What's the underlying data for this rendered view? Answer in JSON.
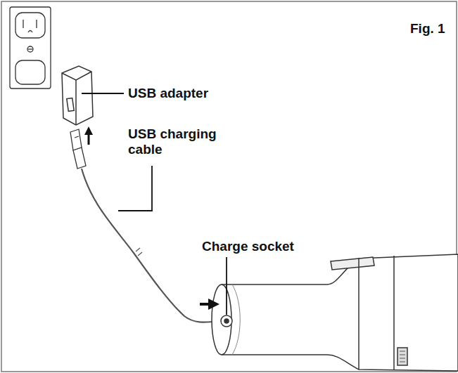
{
  "diagram": {
    "labels": [
      "Fig. 1",
      "USB adapter",
      "USB charging cable",
      "Charge socket"
    ]
  }
}
